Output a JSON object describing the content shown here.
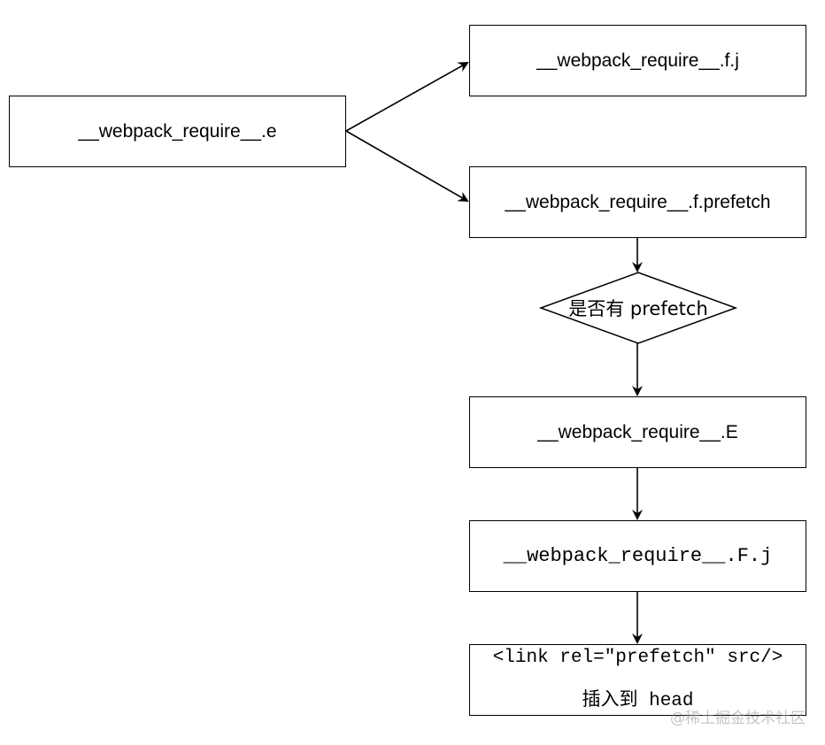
{
  "nodes": {
    "require_e": "__webpack_require__.e",
    "require_f_j": "__webpack_require__.f.j",
    "require_f_prefetch": "__webpack_require__.f.prefetch",
    "decision": "是否有 prefetch",
    "require_E": "__webpack_require__.E",
    "require_F_j": "__webpack_require__.F.j",
    "link_line1": "<link rel=\"prefetch\" src/>",
    "link_line2": "插入到 head"
  },
  "watermark": "@稀土掘金技术社区"
}
